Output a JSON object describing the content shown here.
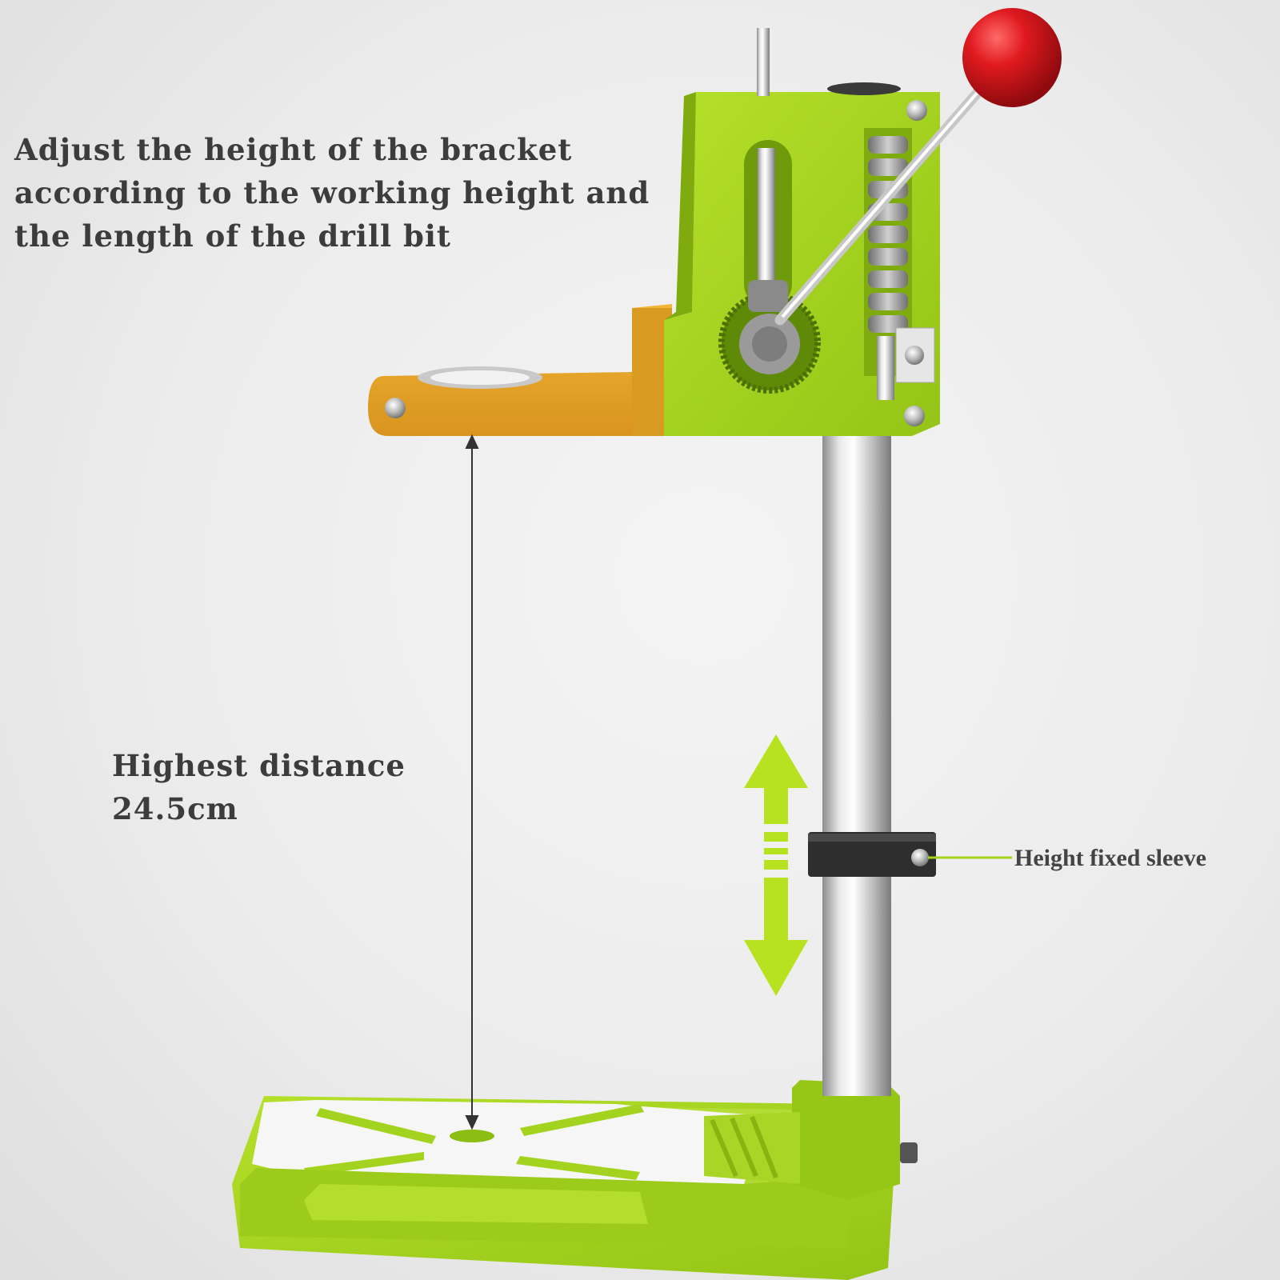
{
  "captions": {
    "adjust_height": "Adjust the height of the bracket according to the working height and the length of the drill bit",
    "highest_distance_label": "Highest distance",
    "highest_distance_value": "24.5cm",
    "sleeve_label": "Height fixed sleeve"
  },
  "colors": {
    "body_green": "#a4d31f",
    "bracket_orange": "#e8a72c",
    "knob_red": "#d4141c",
    "sleeve_black": "#2e2e2e",
    "arrow_green": "#b7e21f",
    "text_gray": "#3c3c3c"
  }
}
